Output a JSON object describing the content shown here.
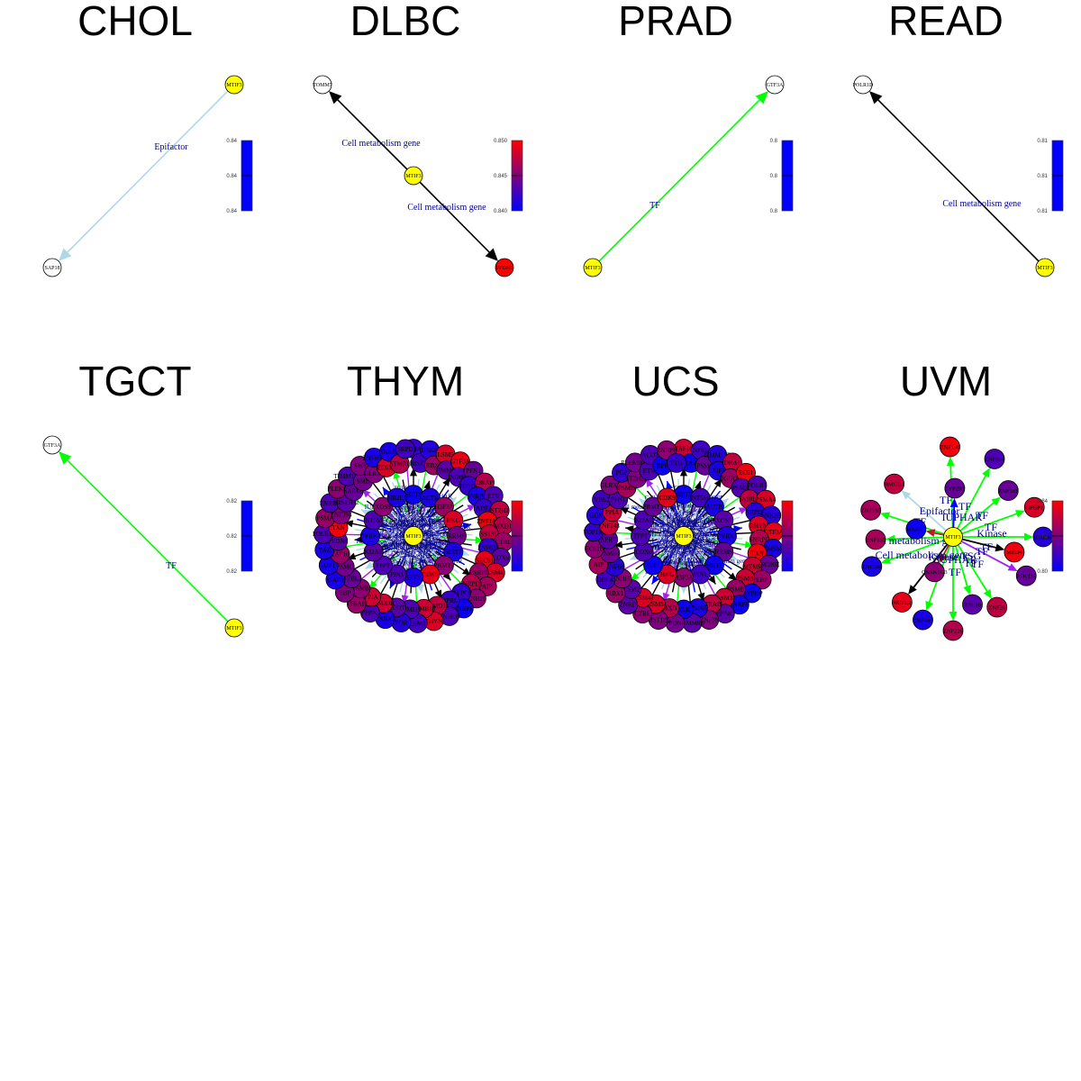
{
  "figure": {
    "description": "Grid of MTIF3 interaction networks per cancer type; node color = correlation value, edge color = gene category",
    "edge_category_colors": {
      "Epifactor": "#add8e6",
      "Cell metabolism gene": "#000000",
      "TF": "#00ff00",
      "TSG": "#a020f0",
      "IUPHAR": "#0000ff",
      "Kinase": "#b22222"
    },
    "hub_color": "#ffff00",
    "colorbar_low": "#0000ff",
    "colorbar_high": "#ff0000",
    "panels": [
      {
        "title": "CHOL",
        "hub": "MTIF3",
        "nodes": [
          {
            "name": "MTIF3",
            "role": "hub"
          },
          {
            "name": "SAP18",
            "value": null
          }
        ],
        "edges": [
          {
            "from": "MTIF3",
            "to": "SAP18",
            "label": "Epifactor"
          }
        ],
        "colorbar_ticks": [
          "0.84",
          "0.84",
          "0.84"
        ]
      },
      {
        "title": "DLBC",
        "hub": "MTIF3",
        "nodes": [
          {
            "name": "MTIF3",
            "role": "hub"
          },
          {
            "name": "TOMM7",
            "value": null
          },
          {
            "name": "PFDN5",
            "value": 0.85
          }
        ],
        "edges": [
          {
            "from": "MTIF3",
            "to": "TOMM7",
            "label": "Cell metabolism gene"
          },
          {
            "from": "MTIF3",
            "to": "PFDN5",
            "label": "Cell metabolism gene"
          }
        ],
        "colorbar_ticks": [
          "0.850",
          "0.845",
          "0.840"
        ]
      },
      {
        "title": "PRAD",
        "hub": "MTIF3",
        "nodes": [
          {
            "name": "MTIF3",
            "role": "hub"
          },
          {
            "name": "GTF3A",
            "value": null
          }
        ],
        "edges": [
          {
            "from": "MTIF3",
            "to": "GTF3A",
            "label": "TF"
          }
        ],
        "colorbar_ticks": [
          "0.8",
          "0.8",
          "0.8"
        ]
      },
      {
        "title": "READ",
        "hub": "MTIF3",
        "nodes": [
          {
            "name": "MTIF3",
            "role": "hub"
          },
          {
            "name": "POLR1D",
            "value": null
          }
        ],
        "edges": [
          {
            "from": "MTIF3",
            "to": "POLR1D",
            "label": "Cell metabolism gene"
          }
        ],
        "colorbar_ticks": [
          "0.81",
          "0.81",
          "0.81"
        ]
      },
      {
        "title": "TGCT",
        "hub": "MTIF3",
        "nodes": [
          {
            "name": "MTIF3",
            "role": "hub"
          },
          {
            "name": "GTF3A",
            "value": null
          }
        ],
        "edges": [
          {
            "from": "MTIF3",
            "to": "GTF3A",
            "label": "TF"
          }
        ],
        "colorbar_ticks": [
          "0.82",
          "0.82",
          "0.82"
        ]
      },
      {
        "title": "THYM",
        "hub": "MTIF3",
        "inner_ring": [
          "SIRT6",
          "ACTB",
          "H3F3A",
          "HKG",
          "RRMS",
          "SIRT7",
          "PRMT7",
          "CDK9",
          "IRF3",
          "PIN1",
          "TFPT",
          "KI2AF",
          "DYRK1",
          "NT5M",
          "XOS9",
          "NB2L1"
        ],
        "inner_values": [
          0.05,
          0.1,
          0.6,
          0.85,
          0.45,
          0.1,
          0.55,
          0.9,
          0.1,
          0.3,
          0.3,
          0.35,
          0.1,
          0.3,
          0.55,
          0.1
        ],
        "outer_ring": [
          "ISMA",
          "HIST1H",
          "DBKK",
          "RBX1",
          "LSM5",
          "TIMM8B",
          "GTF3A",
          "INO80E",
          "PFN1",
          "TOP1M",
          "DRAP",
          "SNRPD",
          "ETV",
          "APRT",
          "ST2H2",
          "ZNF148",
          "MXD1",
          "SS18L",
          "CTRL",
          "ZNF638",
          "COX6",
          "SEC61",
          "LSM4",
          "SNRPB",
          "AIP",
          "SNRPD1",
          "ZNHIT",
          "MYPOP",
          "SNRPE",
          "NPRL",
          "ZNF638",
          "PSMD11",
          "THYN",
          "PSMB10",
          "LSM3",
          "RPMI19",
          "POR",
          "ACOT",
          "CSNK1",
          "DGUOK",
          "PPP4C",
          "PPIA",
          "ITRAB",
          "PSMB",
          "EBP",
          "UVBL2",
          "GAIB",
          "PSMC",
          "AIF1",
          "TAF10",
          "TAZ",
          "PFDN6",
          "POLR1J",
          "TXN",
          "PSMA",
          "ZNF394",
          "ENRDF",
          "HIST1H2",
          "PLEKH",
          "SAFAH",
          "TIMM17B",
          "SMB",
          "SM3",
          "GLRX3",
          "ZNF65B",
          "EC61B",
          "SNRPF",
          "ATMRL",
          "SRPD"
        ],
        "outer_values": [
          0.2,
          0.25,
          0.15,
          0.6,
          0.85,
          0.35,
          0.9,
          0.3,
          0.4,
          0.2,
          0.7,
          0.1,
          0.3,
          0.2,
          0.75,
          0.95,
          0.7,
          0.75,
          0.6,
          0.2,
          0.35,
          0.9,
          0.85,
          0.6,
          0.65,
          0.7,
          0.55,
          0.2,
          0.05,
          0.2,
          0.3,
          0.75,
          0.85,
          0.8,
          0.25,
          0.3,
          0.15,
          0.35,
          0.1,
          0.8,
          0.3,
          0.8,
          0.6,
          0.55,
          0.5,
          0.4,
          0.1,
          0.45,
          0.1,
          0.6,
          0.1,
          0.35,
          0.3,
          0.95,
          0.6,
          0.5,
          0.3,
          0.35,
          0.55,
          0.4,
          0.3,
          0.45,
          0.5,
          0.5,
          0.1,
          0.85,
          0.1,
          0.7,
          0.25
        ],
        "edge_labels_visible": [
          "Cell metabolism gene",
          "TF",
          "Epifactor",
          "TSG",
          "IUPHAR"
        ],
        "colorbar_ticks": []
      },
      {
        "title": "UCS",
        "hub": "MTIF3",
        "inner_ring": [
          "SIRT7",
          "NT5M",
          "ACTB",
          "XOS9",
          "DYRK1",
          "RRMS",
          "SIRT6",
          "PIN1",
          "H3F3A",
          "HKG",
          "IRF3",
          "COX6",
          "TFPT",
          "KI2AF",
          "PRMT7",
          "CDK9"
        ],
        "inner_values": [
          0.05,
          0.25,
          0.1,
          0.35,
          0.1,
          0.4,
          0.05,
          0.25,
          0.55,
          0.85,
          0.05,
          0.3,
          0.3,
          0.3,
          0.4,
          0.9
        ],
        "outer_ring": [
          "TAF10",
          "TAZ",
          "NPRL",
          "PSMC",
          "TIMM17B",
          "AIF1",
          "DRAP",
          "DGUOK",
          "EC61",
          "PSMA",
          "POLR1",
          "SS18L2",
          "PSMA4",
          "NRPD1",
          "SNK2B",
          "RHYN",
          "GTF3A",
          "SNRPD",
          "PMSM",
          "TXN",
          "INO80E",
          "MTMR",
          "EBP",
          "PSMB",
          "MYPOP",
          "PSMB",
          "SNRPE",
          "LSM3",
          "PPP4C",
          "ITRAB",
          "ZNF39",
          "ZNF65",
          "TIMM8B",
          "ALK",
          "PFDN6",
          "MXD",
          "HIST1H2",
          "LSM5",
          "CTRL",
          "LSM4",
          "ZNRD",
          "LSM2",
          "RBX1",
          "INHIT",
          "DBCK",
          "ZNF68",
          "AIP",
          "PSMB1",
          "EC61B",
          "APRT",
          "TOP1M",
          "ZNF148",
          "GUK",
          "PPIA",
          "VBL2",
          "PFN1",
          "GLRX3",
          "PSMD",
          "PGP",
          "ST2H2A",
          "PLEKHO1",
          "ETV",
          "ACOT",
          "RPE",
          "ZNRPF",
          "PTG"
        ],
        "outer_values": [
          0.8,
          0.05,
          0.25,
          0.4,
          0.15,
          0.1,
          0.75,
          0.6,
          0.95,
          0.3,
          0.3,
          0.75,
          0.85,
          0.15,
          0.15,
          0.85,
          0.9,
          0.7,
          0.1,
          0.95,
          0.4,
          0.8,
          0.6,
          0.8,
          0.05,
          0.6,
          0.05,
          0.8,
          0.35,
          0.75,
          0.5,
          0.1,
          0.35,
          0.05,
          0.45,
          0.7,
          0.5,
          0.85,
          0.55,
          0.85,
          0.35,
          0.35,
          0.6,
          0.55,
          0.25,
          0.15,
          0.65,
          0.45,
          0.55,
          0.35,
          0.2,
          0.8,
          0.15,
          0.8,
          0.25,
          0.3,
          0.5,
          0.65,
          0.2,
          0.5,
          0.45,
          0.3,
          0.3,
          0.05,
          0.55,
          0.2
        ],
        "edge_labels_visible": [
          "Cell metabolism gene",
          "TF",
          "Epifactor",
          "TSG"
        ],
        "colorbar_ticks": []
      },
      {
        "title": "UVM",
        "hub": "MTIF3",
        "nodes": [
          {
            "name": "ZNF140",
            "value": 0.95,
            "edge": "TF"
          },
          {
            "name": "ZNF564",
            "value": 0.3,
            "edge": "TF"
          },
          {
            "name": "ZNF181",
            "value": 0.4,
            "edge": "TF"
          },
          {
            "name": "GPBP1",
            "value": 0.85,
            "edge": "TF"
          },
          {
            "name": "ZNF36",
            "value": 0.15,
            "edge": "TF"
          },
          {
            "name": "MED4",
            "value": 0.95,
            "edge": "Cell metabolism gene"
          },
          {
            "name": "PDCD5",
            "value": 0.4,
            "edge": "TSG"
          },
          {
            "name": "ZNF26",
            "value": 0.75,
            "edge": "TF"
          },
          {
            "name": "ZNF10",
            "value": 0.35,
            "edge": "TF"
          },
          {
            "name": "ZNF226",
            "value": 0.7,
            "edge": "TF"
          },
          {
            "name": "ZNF480",
            "value": 0.1,
            "edge": "TF"
          },
          {
            "name": "NUPL2",
            "value": 0.9,
            "edge": "Cell metabolism gene"
          },
          {
            "name": "ZNF700",
            "value": 0.1,
            "edge": "TF"
          },
          {
            "name": "ZNF180",
            "value": 0.65,
            "edge": "TF"
          },
          {
            "name": "ZNF195",
            "value": 0.65,
            "edge": "TF"
          },
          {
            "name": "HMGB1",
            "value": 0.75,
            "edge": "Epifactor"
          },
          {
            "name": "CYP2R1",
            "value": 0.4,
            "edge": "IUPHAR"
          },
          {
            "name": "MARK3",
            "value": 0.05,
            "edge": "Kinase"
          },
          {
            "name": "CSNK1G3",
            "value": 0.55,
            "edge": "Kinase"
          }
        ],
        "edge_labels_visible": [
          "TF",
          "TF",
          "Epifactor",
          "IUPHAR",
          "TF",
          "TF",
          "Kinase",
          "TF",
          "TF",
          "TF",
          "Cell metabolism gene",
          "TF",
          "Cell metabolism gene",
          "TSG",
          "Kinase",
          "IUPHAR",
          "TF",
          "TF",
          "TF"
        ],
        "colorbar_ticks": [
          "0.84",
          "0.82",
          "0.80"
        ]
      }
    ]
  }
}
